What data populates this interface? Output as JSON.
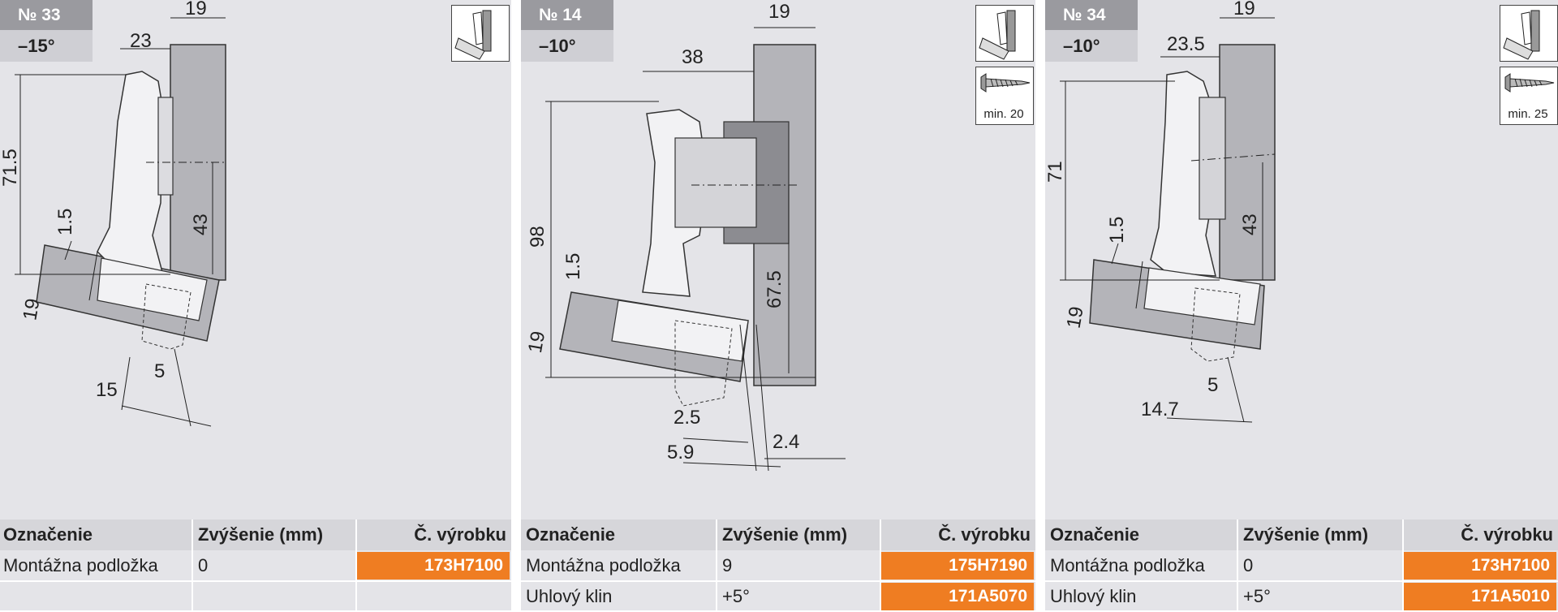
{
  "panels": [
    {
      "number": "№ 33",
      "angle": "–15°",
      "icons": [
        "hinge-mount-icon"
      ],
      "dimensions": [
        "19",
        "23",
        "71.5",
        "43",
        "1.5",
        "19",
        "5",
        "15"
      ],
      "table": {
        "headers": [
          "Označenie",
          "Zvýšenie (mm)",
          "Č. výrobku"
        ],
        "rows": [
          {
            "name": "Montážna podložka",
            "value": "0",
            "code": "173H7100"
          },
          {
            "name": "",
            "value": "",
            "code": ""
          }
        ]
      }
    },
    {
      "number": "№ 14",
      "angle": "–10°",
      "icons": [
        "hinge-mount-icon",
        "screw-icon"
      ],
      "screw_label": "min. 20",
      "dimensions": [
        "19",
        "38",
        "98",
        "1.5",
        "19",
        "67.5",
        "2.5",
        "5.9",
        "2.4"
      ],
      "table": {
        "headers": [
          "Označenie",
          "Zvýšenie (mm)",
          "Č. výrobku"
        ],
        "rows": [
          {
            "name": "Montážna podložka",
            "value": "9",
            "code": "175H7190"
          },
          {
            "name": "Uhlový klin",
            "value": "+5°",
            "code": "171A5070"
          }
        ]
      }
    },
    {
      "number": "№ 34",
      "angle": "–10°",
      "icons": [
        "hinge-mount-icon",
        "screw-icon"
      ],
      "screw_label": "min. 25",
      "dimensions": [
        "19",
        "23.5",
        "71",
        "1.5",
        "43",
        "19",
        "5",
        "14.7"
      ],
      "table": {
        "headers": [
          "Označenie",
          "Zvýšenie (mm)",
          "Č. výrobku"
        ],
        "rows": [
          {
            "name": "Montážna podložka",
            "value": "0",
            "code": "173H7100"
          },
          {
            "name": "Uhlový klin",
            "value": "+5°",
            "code": "171A5010"
          }
        ]
      }
    }
  ],
  "colors": {
    "panel_bg": "#e4e4e8",
    "badge_number_bg": "#9a9a9f",
    "badge_angle_bg": "#cfcfd4",
    "table_header_bg": "#d6d6da",
    "code_bg": "#ef7d22",
    "cabinet_gray": "#b4b4b9"
  }
}
